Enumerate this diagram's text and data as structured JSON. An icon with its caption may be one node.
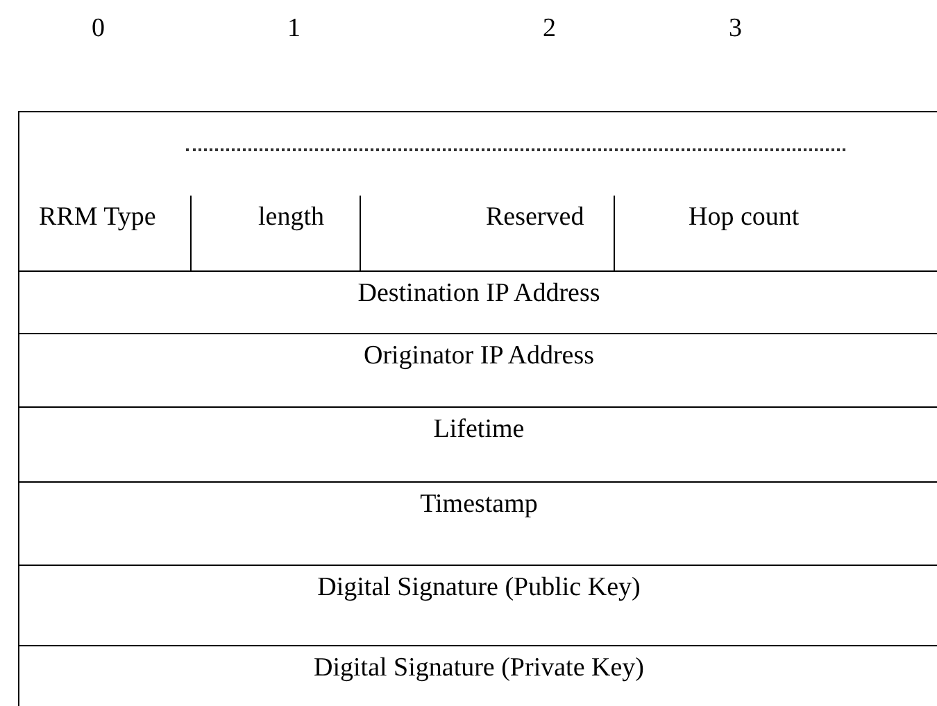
{
  "diagram": {
    "nodes": [
      {
        "text": [],
        "shape": "box"
      },
      {
        "text": [
          "RRM Type"
        ],
        "in": 0
      },
      {
        "text": [
          "length"
        ],
        "in": 0
      },
      {
        "text": [
          "Reserved"
        ],
        "in": 0
      },
      {
        "text": [
          "Hop count"
        ],
        "in": 0
      },
      {
        "text": [
          "Destination IP Address"
        ],
        "in": 0
      },
      {
        "text": [
          "Originator IP Address"
        ],
        "in": 0
      },
      {
        "text": [
          "Lifetime"
        ],
        "in": 0
      },
      {
        "text": [
          "Timestamp"
        ],
        "in": 0
      },
      {
        "text": [
          "Digital Signature (Public Key)"
        ],
        "in": 0
      },
      {
        "text": [
          "Digital Signature (Private Key)"
        ],
        "in": 0
      }
    ],
    "labels": [
      "0",
      "1",
      "2",
      "3"
    ]
  }
}
